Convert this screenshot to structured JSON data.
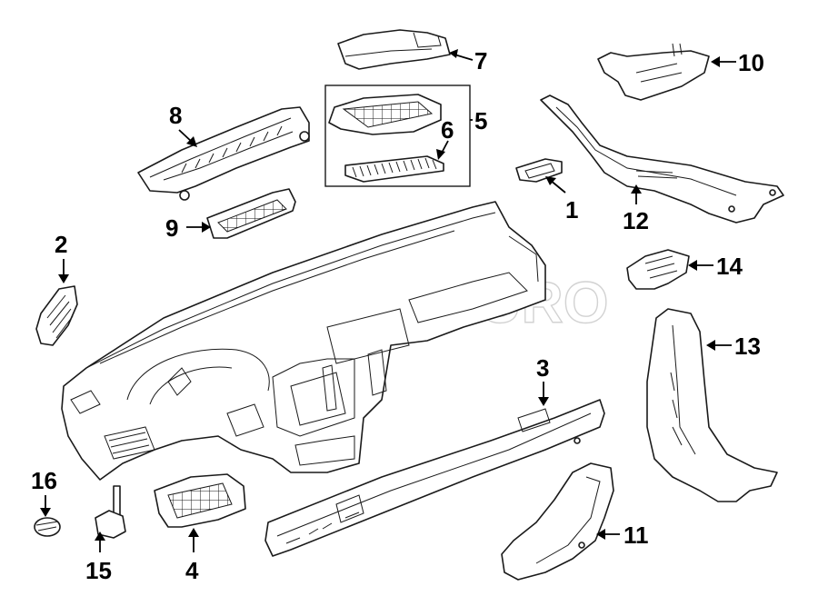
{
  "watermark": "FCP EURO",
  "colors": {
    "line": "#1a1a1a",
    "background": "#ffffff",
    "watermark": "#c8c8c8"
  },
  "callouts": {
    "c1": "1",
    "c2": "2",
    "c3": "3",
    "c4": "4",
    "c5": "5",
    "c6": "6",
    "c7": "7",
    "c8": "8",
    "c9": "9",
    "c10": "10",
    "c11": "11",
    "c12": "12",
    "c13": "13",
    "c14": "14",
    "c15": "15",
    "c16": "16"
  }
}
